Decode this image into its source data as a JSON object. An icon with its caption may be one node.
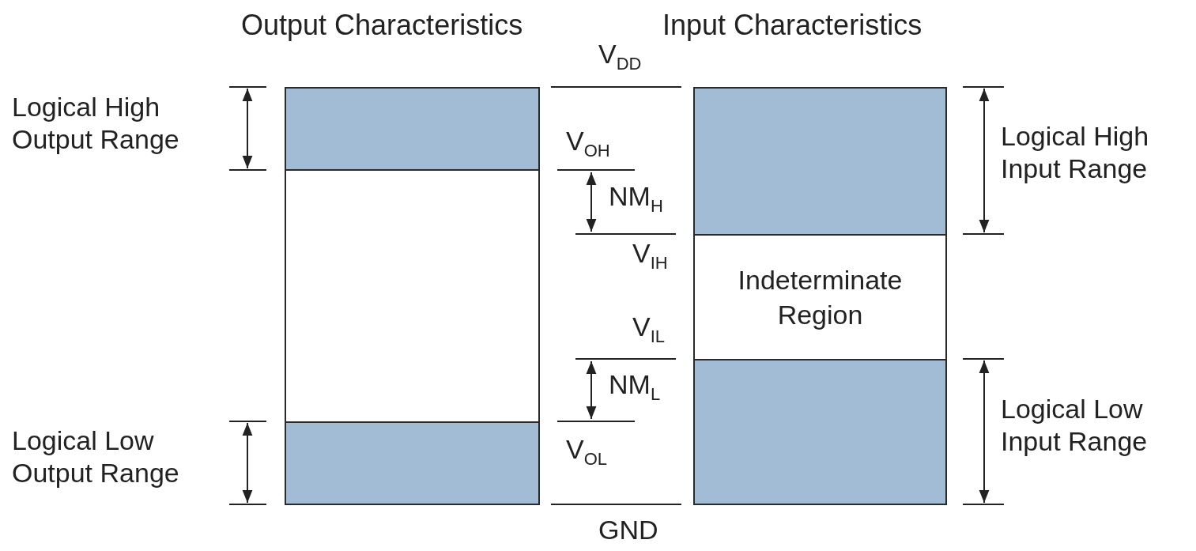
{
  "diagram": {
    "nodes": [
      {
        "text": [],
        "shape": "box"
      },
      {
        "text": [],
        "shape": "box"
      },
      {
        "text": [],
        "shape": "box"
      },
      {
        "text": [],
        "shape": "box"
      },
      {
        "text": [
          "Indeterminate Region"
        ]
      },
      {
        "text": [],
        "shape": "box"
      }
    ],
    "labels": [
      "Output Characteristics",
      "Input Characteristics",
      "V$_{DD}$",
      "Logical High Output Range",
      "Logical High Input Range",
      "V$_{OH}$",
      "NM$_{H}$",
      "V$_{IH}$",
      "V$_{IL}$",
      "NM$_{L}$",
      "Logical Low Input Range",
      "Logical Low Output Range",
      "V$_{OL}$",
      "GND"
    ]
  }
}
